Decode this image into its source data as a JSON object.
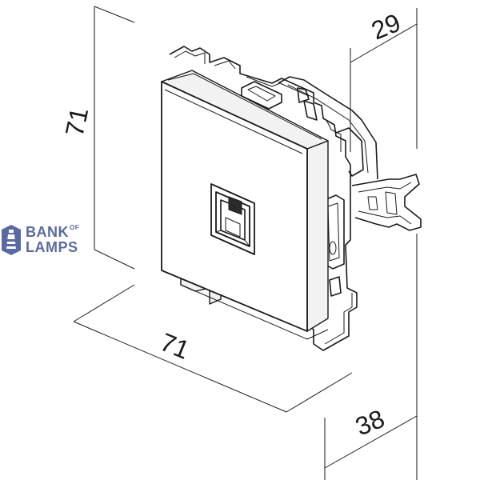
{
  "diagram": {
    "dimensions": {
      "height": "71",
      "width": "71",
      "depth_top": "29",
      "depth_bottom": "38"
    }
  },
  "logo": {
    "word1": "BANK",
    "word_of": "OF",
    "word2": "LAMPS",
    "color": "#5a6aa0",
    "icon": "lighthouse-icon"
  },
  "colors": {
    "line": "#1a1a1a",
    "background": "#ffffff"
  }
}
